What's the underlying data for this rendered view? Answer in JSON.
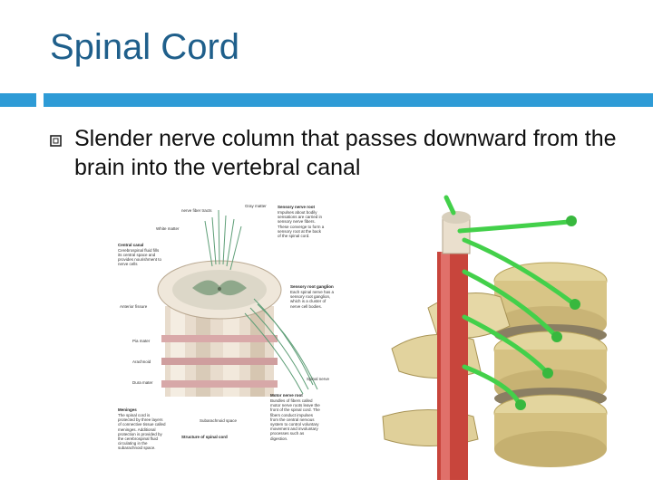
{
  "slide": {
    "title": "Spinal Cord",
    "bullet_text": "Slender nerve column that passes downward from the brain into the vertebral canal"
  },
  "left_figure": {
    "labels": {
      "nerve_fiber_tracts": "nerve fiber tracts",
      "gray_matter": "Gray matter",
      "white_matter": "White matter",
      "central_canal": "Central canal",
      "csf_line1": "Cerebrospinal fluid fills",
      "csf_line2": "its central space and",
      "csf_line3": "provides nourishment to",
      "csf_line4": "nerve cells",
      "anterior_fissure": "Anterior fissure",
      "pia_mater": "Pia mater",
      "arachnoid": "Arachnoid",
      "dura_mater": "Dura mater",
      "sensory_nerve_root": "Sensory nerve root",
      "sensory_desc": "Impulses about bodily sensations are carried in sensory nerve fibers. These converge to form a sensory root at the back of the spinal cord.",
      "sensory_ganglion": "Sensory root ganglion",
      "ganglion_desc": "Each spinal nerve has a sensory root ganglion, which is a cluster of nerve cell bodies.",
      "spinal_nerve": "Spinal nerve",
      "motor_nerve_root": "Motor nerve root",
      "motor_desc": "Bundles of fibers called motor nerve roots leave the front of the spinal cord. The fibers conduct impulses from the central nervous system to control voluntary movement and involuntary processes such as digestion.",
      "meninges": "Meninges",
      "meninges_desc": "The spinal cord is protected by three layers of connective tissue called meninges. Additional protection is provided by the cerebrospinal fluid circulating in the subarachnoid space.",
      "subarachnoid_space": "Subarachnoid space",
      "caption": "Structure of spinal cord"
    }
  }
}
